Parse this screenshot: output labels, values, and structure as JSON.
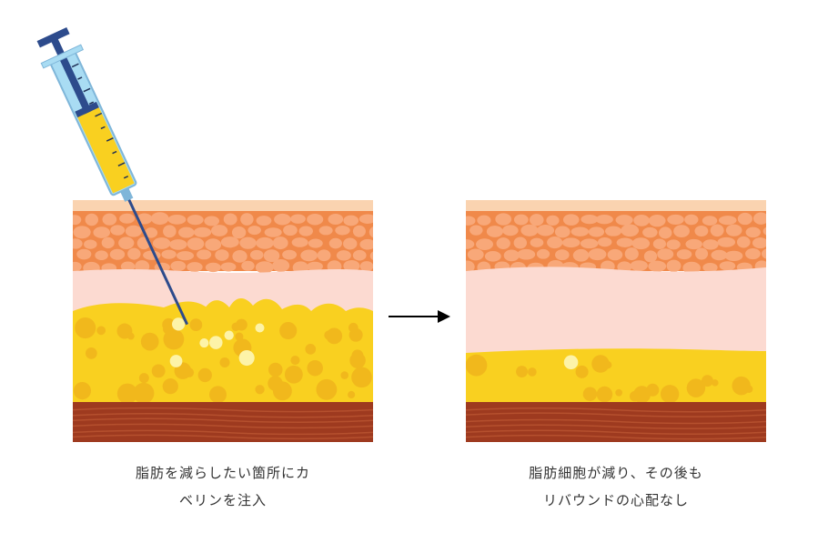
{
  "diagram": {
    "before": {
      "caption_line1": "脂肪を減らしたい箇所にカ",
      "caption_line2": "ベリンを注入"
    },
    "after": {
      "caption_line1": "脂肪細胞が減り、その後も",
      "caption_line2": "リバウンドの心配なし"
    },
    "colors": {
      "epidermis": "#FAD3B0",
      "skin_cells_bg": "#F0894A",
      "skin_cells": "#F8A879",
      "dermis": "#FCDAD1",
      "fat": "#F9D020",
      "fat_dark": "#F1B81C",
      "fat_light": "#FDF3A8",
      "muscle": "#9E3A1F",
      "muscle_light": "#B5502E",
      "syringe_barrel": "#A9DCF3",
      "syringe_plunger": "#2D4B8C",
      "syringe_fluid": "#F9D020",
      "arrow": "#000000"
    }
  }
}
